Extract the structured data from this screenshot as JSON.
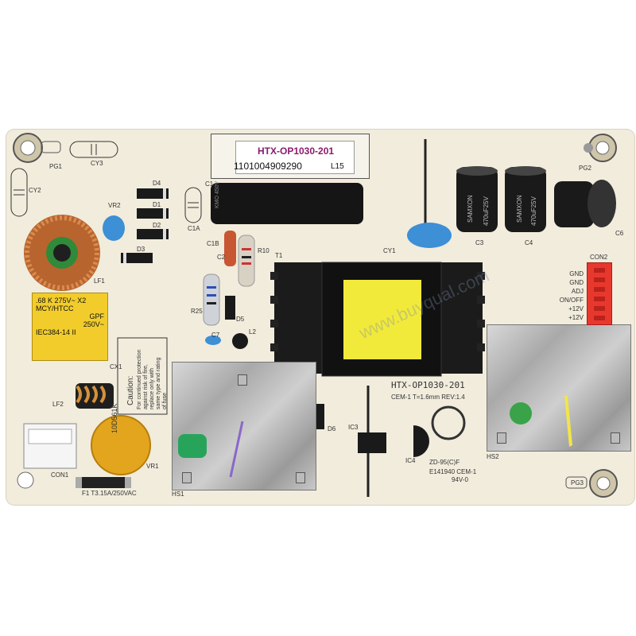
{
  "board_label": {
    "line1": "HTX-OP1030-201",
    "line2": "1101004909290",
    "lot": "L15"
  },
  "board_silkscreen": {
    "model": "HTX-OP1030-201",
    "material": "CEM-1  T=1.6mm  REV:1.4",
    "ul": "E141940 CEM-1",
    "flammability": "94V-0",
    "zd": "ZD-95(C)F"
  },
  "connector_pins": [
    "GND",
    "GND",
    "ADJ",
    "ON/OFF",
    "+12V",
    "+12V"
  ],
  "x2_capacitor": {
    "line1": ".68  K  275V~  X2",
    "line2": "MCY/HTCC",
    "line3": "GPF",
    "line4": "250V~",
    "line5": "IEC384-14 II"
  },
  "caution_text": [
    "Caution:",
    "For continued protection",
    "against risk of fire,",
    "replace only with",
    "same type and rating",
    "of fuse"
  ],
  "fuse_text": "F1 T3.15A/250VAC",
  "varistor_text": "10D561K",
  "capacitor_brand": "SAMXON",
  "cap_rating": "470uF25V",
  "transformer_material": "CEM-1",
  "designators": {
    "pg1": "PG1",
    "pg2": "PG2",
    "pg3": "PG3",
    "cy3": "CY3",
    "cy2": "CY2",
    "cy1": "CY1",
    "d4": "D4",
    "d1": "D1",
    "d2": "D2",
    "d3": "D3",
    "d5": "D5",
    "d6": "D6",
    "vr2": "VR2",
    "vr1": "VR1",
    "lf1": "LF1",
    "lf2": "LF2",
    "cx1": "CX1",
    "c1": "C1",
    "c1a": "C1A",
    "c1b": "C1B",
    "c2": "C2",
    "c3": "C3",
    "c4": "C4",
    "c6": "C6",
    "c7": "C7",
    "r10": "R10",
    "r25": "R25",
    "l2": "L2",
    "t1": "T1",
    "con1": "CON1",
    "con2": "CON2",
    "hs1": "HS1",
    "hs2": "HS2",
    "ic3": "IC3",
    "ic4": "IC4"
  },
  "watermark": "www.buyqual.com",
  "colors": {
    "board": "#f1ecdc",
    "transformer": "#f2ea3a",
    "x2_cap": "#f2cc2b",
    "varistor": "#e3a51d",
    "connector": "#e8382e",
    "y_cap": "#3d8fd6"
  }
}
